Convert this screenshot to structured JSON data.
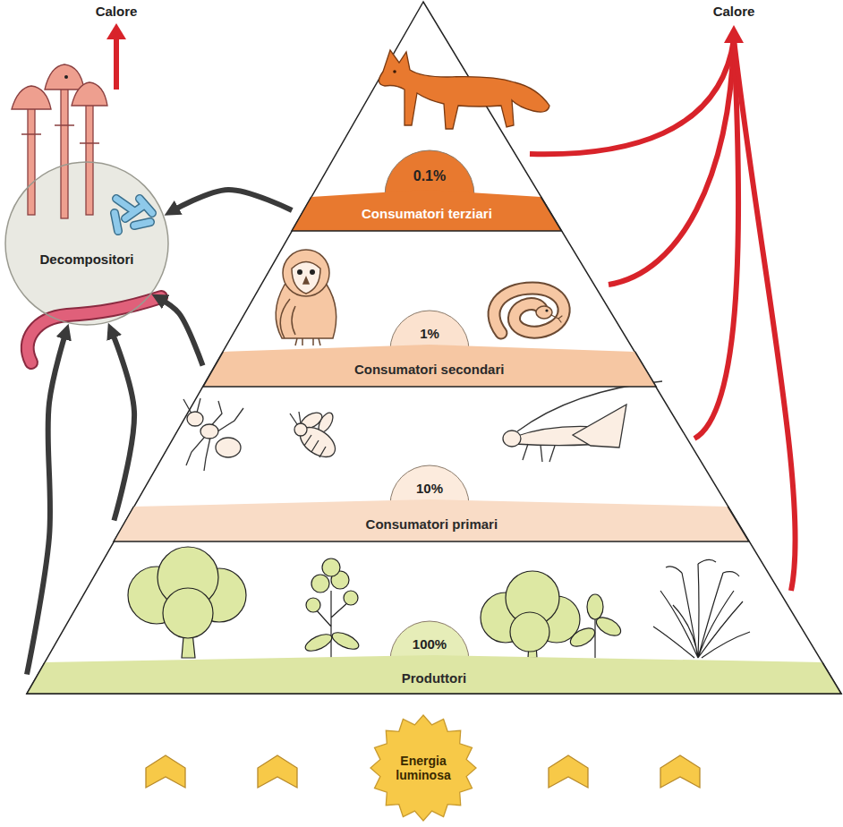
{
  "diagram": {
    "nodes": [
      {
        "text": [
          "Decompositori"
        ]
      },
      {
        "text": [
          "0.1%"
        ]
      },
      {
        "text": [
          "Consumatori terziari"
        ]
      },
      {
        "text": [
          "1%"
        ]
      },
      {
        "text": [
          "Consumatori secondari"
        ]
      },
      {
        "text": [
          "10%"
        ]
      },
      {
        "text": [
          "Consumatori primari"
        ]
      },
      {
        "text": [
          "100%"
        ]
      },
      {
        "text": [
          "Produttori"
        ]
      },
      {
        "text": [
          "Energia luminosa"
        ]
      }
    ],
    "edges": [
      {
        "from": 2,
        "to": 0,
        "arrow": "to"
      },
      {
        "from": 4,
        "to": 0,
        "arrow": "to"
      },
      {
        "from": 6,
        "to": 0,
        "arrow": "to"
      },
      {
        "from": 8,
        "to": 0,
        "arrow": "to"
      }
    ],
    "labels": [
      "Calore",
      "Calore"
    ]
  }
}
